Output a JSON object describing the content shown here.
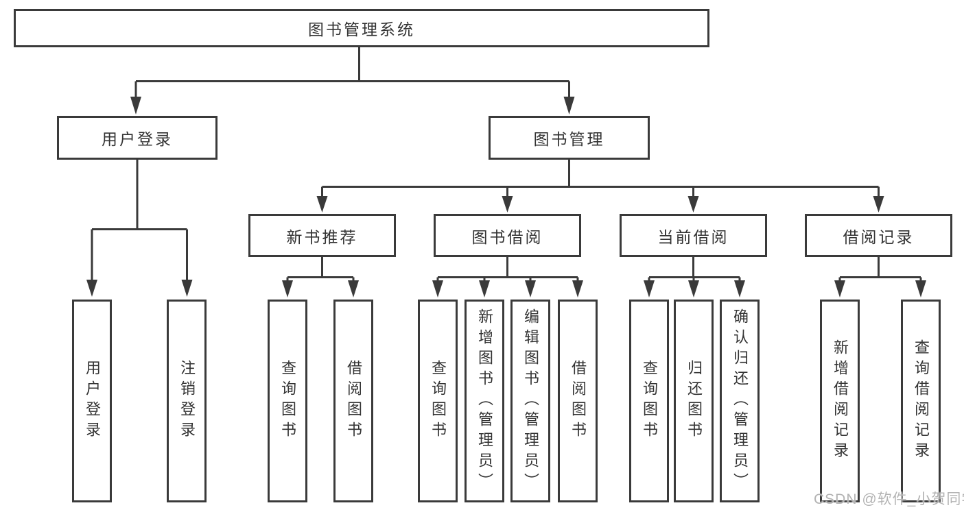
{
  "diagram": {
    "root": {
      "label": "图书管理系统"
    },
    "branches": [
      {
        "label": "用户登录",
        "children": [
          {
            "label": "用户登录"
          },
          {
            "label": "注销登录"
          }
        ]
      },
      {
        "label": "图书管理",
        "groups": [
          {
            "label": "新书推荐",
            "children": [
              {
                "label": "查询图书"
              },
              {
                "label": "借阅图书"
              }
            ]
          },
          {
            "label": "图书借阅",
            "children": [
              {
                "label": "查询图书"
              },
              {
                "label": "新增图书（管理员）"
              },
              {
                "label": "编辑图书（管理员）"
              },
              {
                "label": "借阅图书"
              }
            ]
          },
          {
            "label": "当前借阅",
            "children": [
              {
                "label": "查询图书"
              },
              {
                "label": "归还图书"
              },
              {
                "label": "确认归还（管理员）"
              }
            ]
          },
          {
            "label": "借阅记录",
            "children": [
              {
                "label": "新增借阅记录"
              },
              {
                "label": "查询借阅记录"
              }
            ]
          }
        ]
      }
    ]
  },
  "watermark": {
    "text": "CSDN @软件_小贺同学"
  },
  "colors": {
    "line": "#3a3a3a",
    "text": "#333333",
    "background": "#ffffff",
    "watermark": "#b3b3b3"
  }
}
